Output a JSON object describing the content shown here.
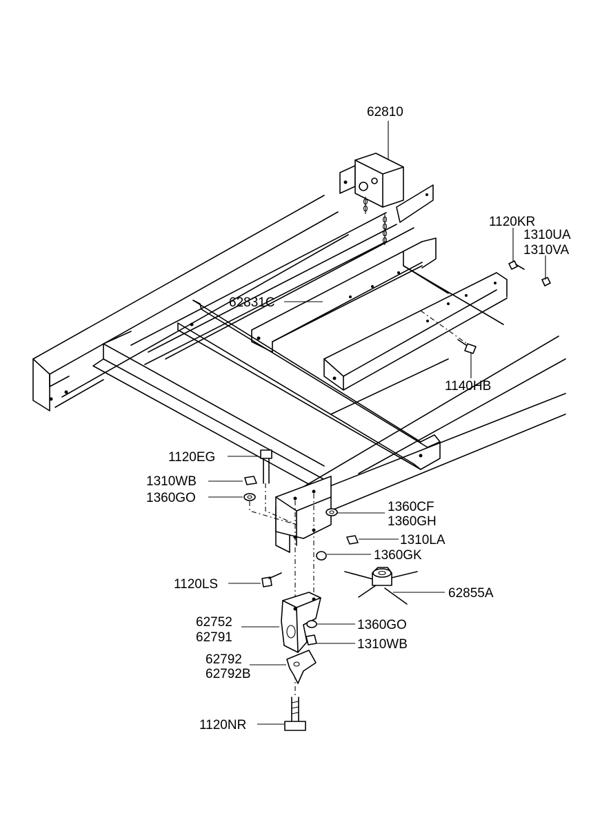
{
  "labels": {
    "p62810": "62810",
    "p1120KR": "1120KR",
    "p1310UA": "1310UA",
    "p1310VA": "1310VA",
    "p62831C": "62831C",
    "p1140HB": "1140HB",
    "p1120EG": "1120EG",
    "p1310WB_a": "1310WB",
    "p1360GO_a": "1360GO",
    "p1360CF": "1360CF",
    "p1360GH": "1360GH",
    "p1310LA": "1310LA",
    "p1360GK": "1360GK",
    "p1120LS": "1120LS",
    "p62855A": "62855A",
    "p62752": "62752",
    "p62791": "62791",
    "p1360GO_b": "1360GO",
    "p1310WB_b": "1310WB",
    "p62792": "62792",
    "p62792B": "62792B",
    "p1120NR": "1120NR"
  },
  "icons": [
    "frame-rail",
    "crossmember",
    "spare-tire-carrier",
    "bracket",
    "tow-hook",
    "bolt",
    "nut",
    "washer",
    "jack-handle"
  ]
}
